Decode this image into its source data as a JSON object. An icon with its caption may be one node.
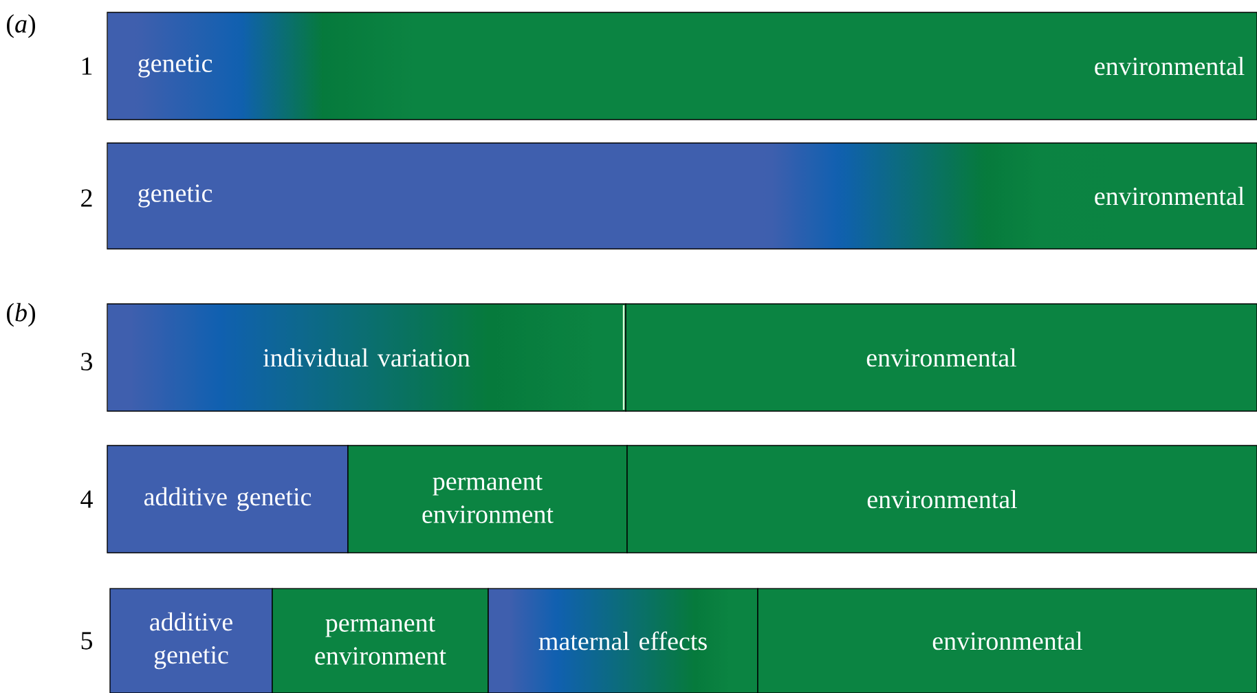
{
  "diagram": {
    "nodes": [
      {
        "text": [
          "genetic",
          "environmental"
        ]
      },
      {
        "text": [
          "genetic",
          "environmental"
        ]
      },
      {
        "text": [
          "individual variation"
        ]
      },
      {
        "text": [
          "environmental"
        ]
      },
      {
        "text": [
          "additive genetic"
        ]
      },
      {
        "text": [
          "permanent environment"
        ]
      },
      {
        "text": [
          "environmental"
        ]
      },
      {
        "text": [
          "additive genetic"
        ]
      },
      {
        "text": [
          "permanent environment"
        ]
      },
      {
        "text": [
          "maternal effects"
        ]
      },
      {
        "text": [
          "environmental"
        ]
      }
    ],
    "labels": [
      "(*a*)",
      "1",
      "2",
      "(*b*)",
      "3",
      "4",
      "5"
    ]
  }
}
